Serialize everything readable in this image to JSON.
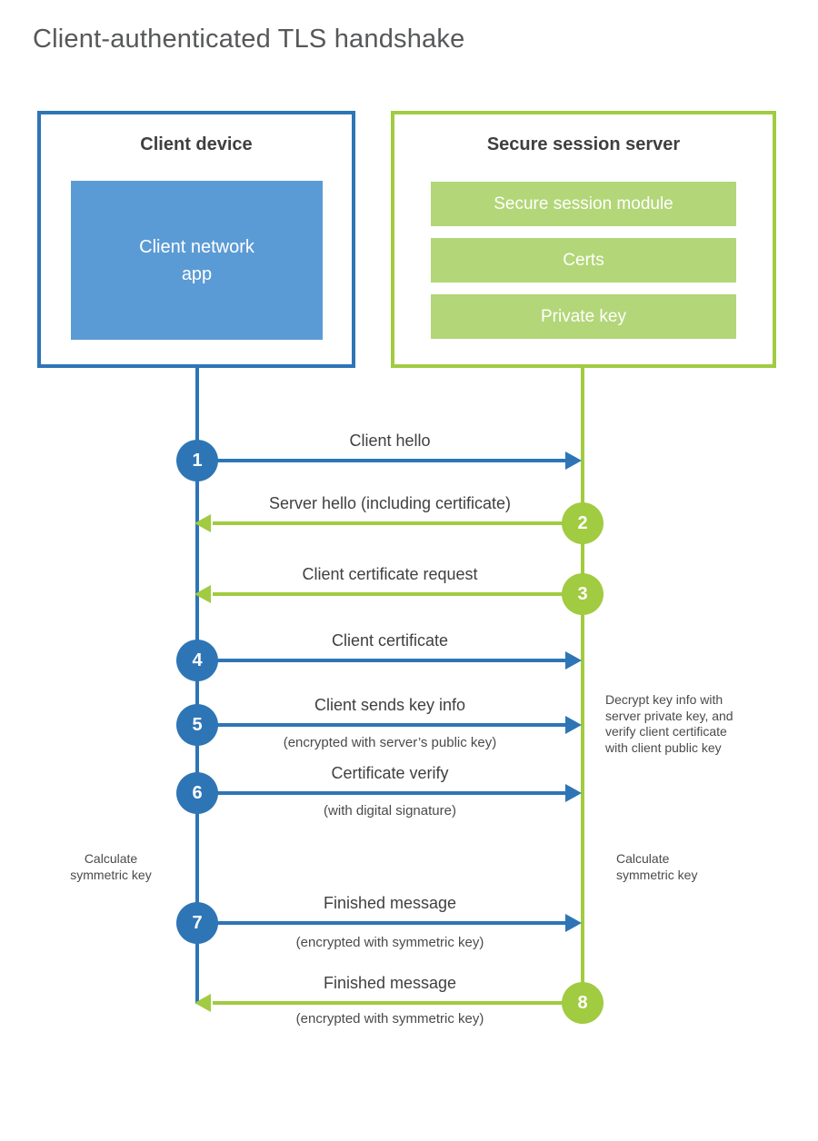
{
  "title": "Client-authenticated TLS handshake",
  "colors": {
    "blue": "#2e75b6",
    "blue_fill": "#5b9bd5",
    "green": "#a1cb40",
    "green_fill": "#b3d678",
    "text_dark": "#404040",
    "text_gray": "#57585a"
  },
  "client": {
    "title": "Client device",
    "app_label": "Client network\napp"
  },
  "server": {
    "title": "Secure session server",
    "modules": [
      "Secure session module",
      "Certs",
      "Private key"
    ]
  },
  "messages": [
    {
      "num": "1",
      "label": "Client hello",
      "direction": "right"
    },
    {
      "num": "2",
      "label": "Server hello (including certificate)",
      "direction": "left"
    },
    {
      "num": "3",
      "label": "Client certificate request",
      "direction": "left"
    },
    {
      "num": "4",
      "label": "Client certificate",
      "direction": "right"
    },
    {
      "num": "5",
      "label": "Client sends key info",
      "sub": "(encrypted with server’s public key)",
      "direction": "right"
    },
    {
      "num": "6",
      "label": "Certificate verify",
      "sub": "(with digital signature)",
      "direction": "right"
    },
    {
      "num": "7",
      "label": "Finished message",
      "sub": "(encrypted with symmetric key)",
      "direction": "right"
    },
    {
      "num": "8",
      "label": "Finished message",
      "sub": "(encrypted with symmetric key)",
      "direction": "left"
    }
  ],
  "notes": {
    "decrypt": "Decrypt key info with\nserver private key, and\nverify client certificate\nwith client public key",
    "calc_left": "Calculate\nsymmetric key",
    "calc_right": "Calculate\nsymmetric key"
  }
}
